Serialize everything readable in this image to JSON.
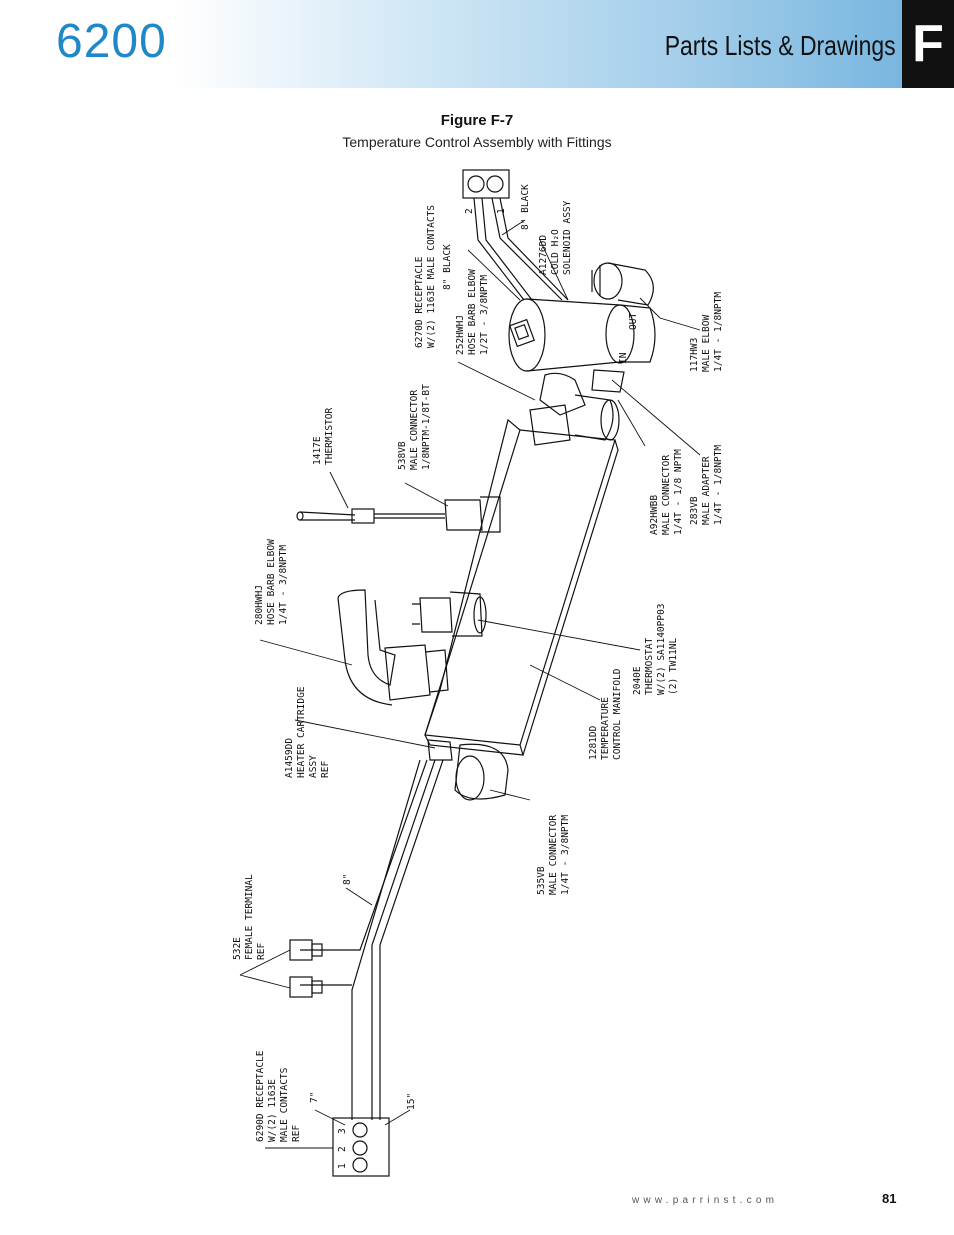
{
  "header": {
    "model": "6200",
    "section_title": "Parts Lists & Drawings",
    "section_letter": "F"
  },
  "figure": {
    "label": "Figure F-7",
    "caption": "Temperature Control Assembly with Fittings"
  },
  "callouts": {
    "c6270": [
      "6270D RECEPTACLE",
      "W/(2) 1163E MALE CONTACTS"
    ],
    "black1": "8\" BLACK",
    "black2": "8\" BLACK",
    "pin2": "2",
    "pin1": "1",
    "a1276": [
      "A1276DD",
      "COLD H₂O",
      "SOLENOID ASSY"
    ],
    "c252": [
      "252HWHJ",
      "HOSE BARB ELBOW",
      "1/2T - 3/8NPTM"
    ],
    "c117": [
      "117HW3",
      "MALE ELBOW",
      "1/4T - 1/8NPTM"
    ],
    "in": "IN",
    "out": "OUT",
    "c538": [
      "538VB",
      "MALE CONNECTOR",
      "1/8NPTM-1/8T-BT"
    ],
    "c1417": [
      "1417E",
      "THERMISTOR"
    ],
    "a92": [
      "A92HWBB",
      "MALE CONNECTOR",
      "1/4T - 1/8 NPTM"
    ],
    "c283": [
      "283VB",
      "MALE ADAPTER",
      "1/4T - 1/8NPTM"
    ],
    "c280": [
      "280HWHJ",
      "HOSE BARB ELBOW",
      "1/4T - 3/8NPTM"
    ],
    "c2040": [
      "2040E",
      "THERMOSTAT",
      "W/(2) SA1140PP03",
      "(2) TW11NL"
    ],
    "c1281": [
      "1281DD",
      "TEMPERATURE",
      "CONTROL MANIFOLD"
    ],
    "a1459": [
      "A1459DD",
      "HEATER CARTRIDGE",
      "ASSY",
      "REF"
    ],
    "c535": [
      "535VB",
      "MALE CONNECTOR",
      "1/4T - 3/8NPTM"
    ],
    "len8": "8\"",
    "c532": [
      "532E",
      "FEMALE TERMINAL",
      "REF"
    ],
    "c6290": [
      "6290D RECEPTACLE",
      "W/(2) 1163E",
      "MALE CONTACTS",
      "REF"
    ],
    "len7": "7\"",
    "len15": "15\"",
    "pin3b": "3",
    "pin2b": "2",
    "pin1b": "1"
  },
  "footer": {
    "url": "www.parrinst.com",
    "page": "81"
  }
}
